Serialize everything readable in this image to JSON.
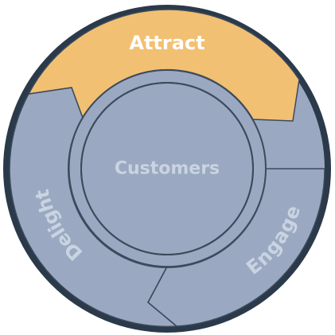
{
  "diagram": {
    "center_label": "Customers",
    "segments": [
      {
        "id": "attract",
        "label": "Attract",
        "state": "highlighted"
      },
      {
        "id": "engage",
        "label": "Engage",
        "state": "normal"
      },
      {
        "id": "delight",
        "label": "Delight",
        "state": "normal"
      }
    ]
  },
  "colors": {
    "outer_ring": "#2b3a4a",
    "segment_fill": "#9aa9c1",
    "segment_highlight": "#f2c072",
    "segment_stroke": "#3c4a5c",
    "label_muted": "#c9d3e2",
    "label_highlight": "#ffffff",
    "hub_fill": "#9aa9c1"
  }
}
